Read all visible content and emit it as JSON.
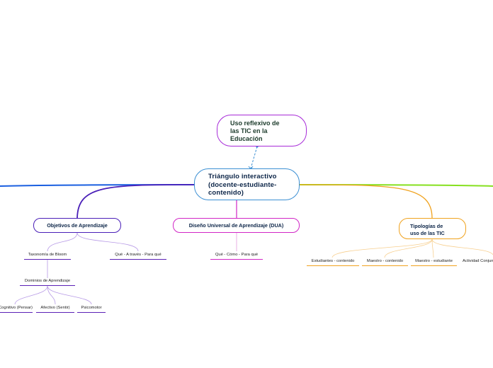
{
  "top_node": {
    "lines": [
      "Uso reflexivo de",
      "las TIC en la",
      "Educación"
    ]
  },
  "central_node": {
    "lines": [
      "Triángulo interactivo",
      "(docente-estudiante-",
      "contenido)"
    ]
  },
  "branches": {
    "objetivos": {
      "label": "Objetivos de Aprendizaje",
      "children": [
        "Taxonomía de Bloom",
        "Qué - A través - Para qué"
      ],
      "dominios": {
        "label": "Dominios de Aprendizaje",
        "children": [
          "Cognitivo (Pensar)",
          "Afectivo (Sentir)",
          "Psicomotor"
        ]
      }
    },
    "dua": {
      "label": "Diseño Universal de Aprendizaje (DUA)",
      "children": [
        "Qué - Cómo - Para qué"
      ]
    },
    "tipologias": {
      "lines": [
        "Tipologías de",
        "uso de las TIC"
      ],
      "children": [
        "Estudiantes - contenido",
        "Maestro - contenido",
        "Maestro - estudiante",
        "Actividad Conjunta"
      ]
    }
  },
  "colors": {
    "left_branch": "#1a5fe0",
    "right_branch": "#86e01f",
    "purple": "#5b21b6",
    "magenta": "#d126c6",
    "orange": "#f0a21e",
    "central_border": "#3b8fd3",
    "top_border": "#a72bd8"
  }
}
